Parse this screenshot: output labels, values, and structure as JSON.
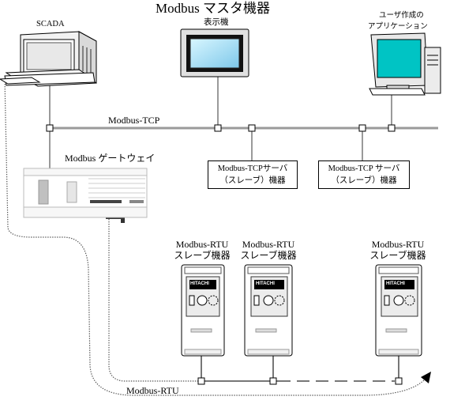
{
  "diagram": {
    "title": "Modbus マスタ機器",
    "scada_label": "SCADA",
    "display_label": "表示機",
    "user_app_label_line1": "ユーザ作成の",
    "user_app_label_line2": "アプリケーション",
    "tcp_bus_label": "Modbus-TCP",
    "gateway_label": "Modbus ゲートウェイ",
    "tcp_server_1_line1": "Modbus-TCPサーバ",
    "tcp_server_1_line2": "（スレーブ）機器",
    "tcp_server_2_line1": "Modbus-TCP サーバ",
    "tcp_server_2_line2": "（スレーブ）機器",
    "rtu_slave_1_line1": "Modbus-RTU",
    "rtu_slave_1_line2": "スレーブ機器",
    "rtu_slave_2_line1": "Modbus-RTU",
    "rtu_slave_2_line2": "スレーブ機器",
    "rtu_slave_3_line1": "Modbus-RTU",
    "rtu_slave_3_line2": "スレーブ機器",
    "rtu_bus_label": "Modbus-RTU",
    "inverter_brand": "HITACHI"
  }
}
